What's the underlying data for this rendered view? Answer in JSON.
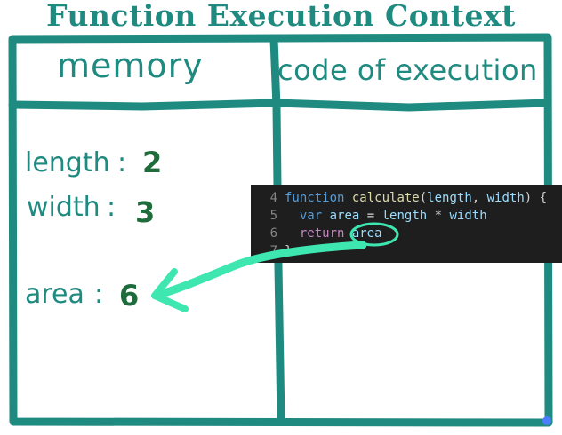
{
  "title": "Function Execution Context",
  "columns": {
    "memory": "memory",
    "code": "code of execution"
  },
  "variables": [
    {
      "name": "length",
      "sep": ":",
      "value": "2"
    },
    {
      "name": "width",
      "sep": ":",
      "value": "3"
    },
    {
      "name": "area",
      "sep": ":",
      "value": "6"
    }
  ],
  "code_snippet": {
    "lines": [
      {
        "num": "4",
        "tokens": [
          {
            "t": "function",
            "c": "kw"
          },
          {
            "t": " ",
            "c": "plain"
          },
          {
            "t": "calculate",
            "c": "fn"
          },
          {
            "t": "(",
            "c": "plain"
          },
          {
            "t": "length",
            "c": "param"
          },
          {
            "t": ", ",
            "c": "plain"
          },
          {
            "t": "width",
            "c": "param"
          },
          {
            "t": ") {",
            "c": "plain"
          }
        ]
      },
      {
        "num": "5",
        "tokens": [
          {
            "t": "  ",
            "c": "plain"
          },
          {
            "t": "var",
            "c": "kw"
          },
          {
            "t": " ",
            "c": "plain"
          },
          {
            "t": "area",
            "c": "param"
          },
          {
            "t": " = ",
            "c": "plain"
          },
          {
            "t": "length",
            "c": "param"
          },
          {
            "t": " * ",
            "c": "op"
          },
          {
            "t": "width",
            "c": "param"
          }
        ]
      },
      {
        "num": "6",
        "tokens": [
          {
            "t": "  ",
            "c": "plain"
          },
          {
            "t": "return",
            "c": "kw2"
          },
          {
            "t": " ",
            "c": "plain"
          },
          {
            "t": "area",
            "c": "param"
          }
        ]
      },
      {
        "num": "7",
        "tokens": [
          {
            "t": "}",
            "c": "plain"
          }
        ]
      }
    ]
  },
  "colors": {
    "board": "#1f8a80",
    "arrow": "#3ee6b0",
    "value": "#1e6b3c",
    "code_bg": "#1e1e1e"
  }
}
